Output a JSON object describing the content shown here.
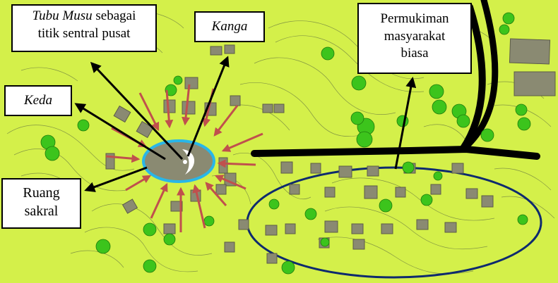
{
  "labels": {
    "tubu_musu_term": "Tubu Musu",
    "tubu_musu_rest": " sebagai",
    "tubu_musu_line2": "titik sentral pusat",
    "kanga": "Kanga",
    "keda": "Keda",
    "ruang_line1": "Ruang",
    "ruang_line2": "sakral",
    "perm_line1": "Permukiman",
    "perm_line2": "masyarakat",
    "perm_line3": "biasa"
  },
  "colors": {
    "ground": "#d4f04a",
    "road": "#000000",
    "roof": "#8a8a72",
    "tree": "#3cc41c",
    "contour": "#6a7a40",
    "sacral_ring": "#29b6e8",
    "settlement_ellipse": "#0e2a6e",
    "inward_arrow": "#c0504d",
    "pointer_arrow": "#000000"
  }
}
